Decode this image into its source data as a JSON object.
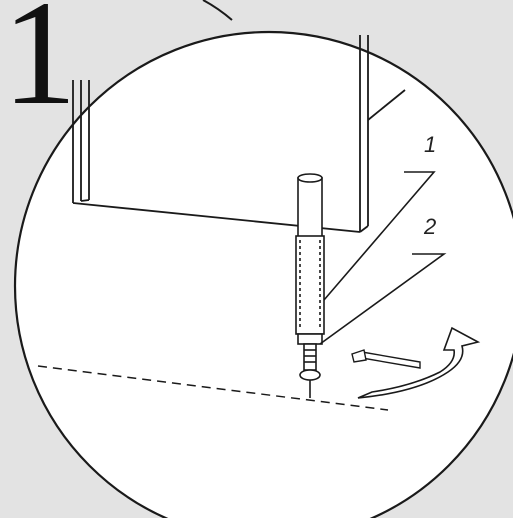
{
  "step_number": "1",
  "callouts": [
    {
      "label": "1"
    },
    {
      "label": "2"
    }
  ],
  "colors": {
    "background": "#e3e3e3",
    "circle_fill": "#ffffff",
    "ink": "#1a1a1a"
  }
}
